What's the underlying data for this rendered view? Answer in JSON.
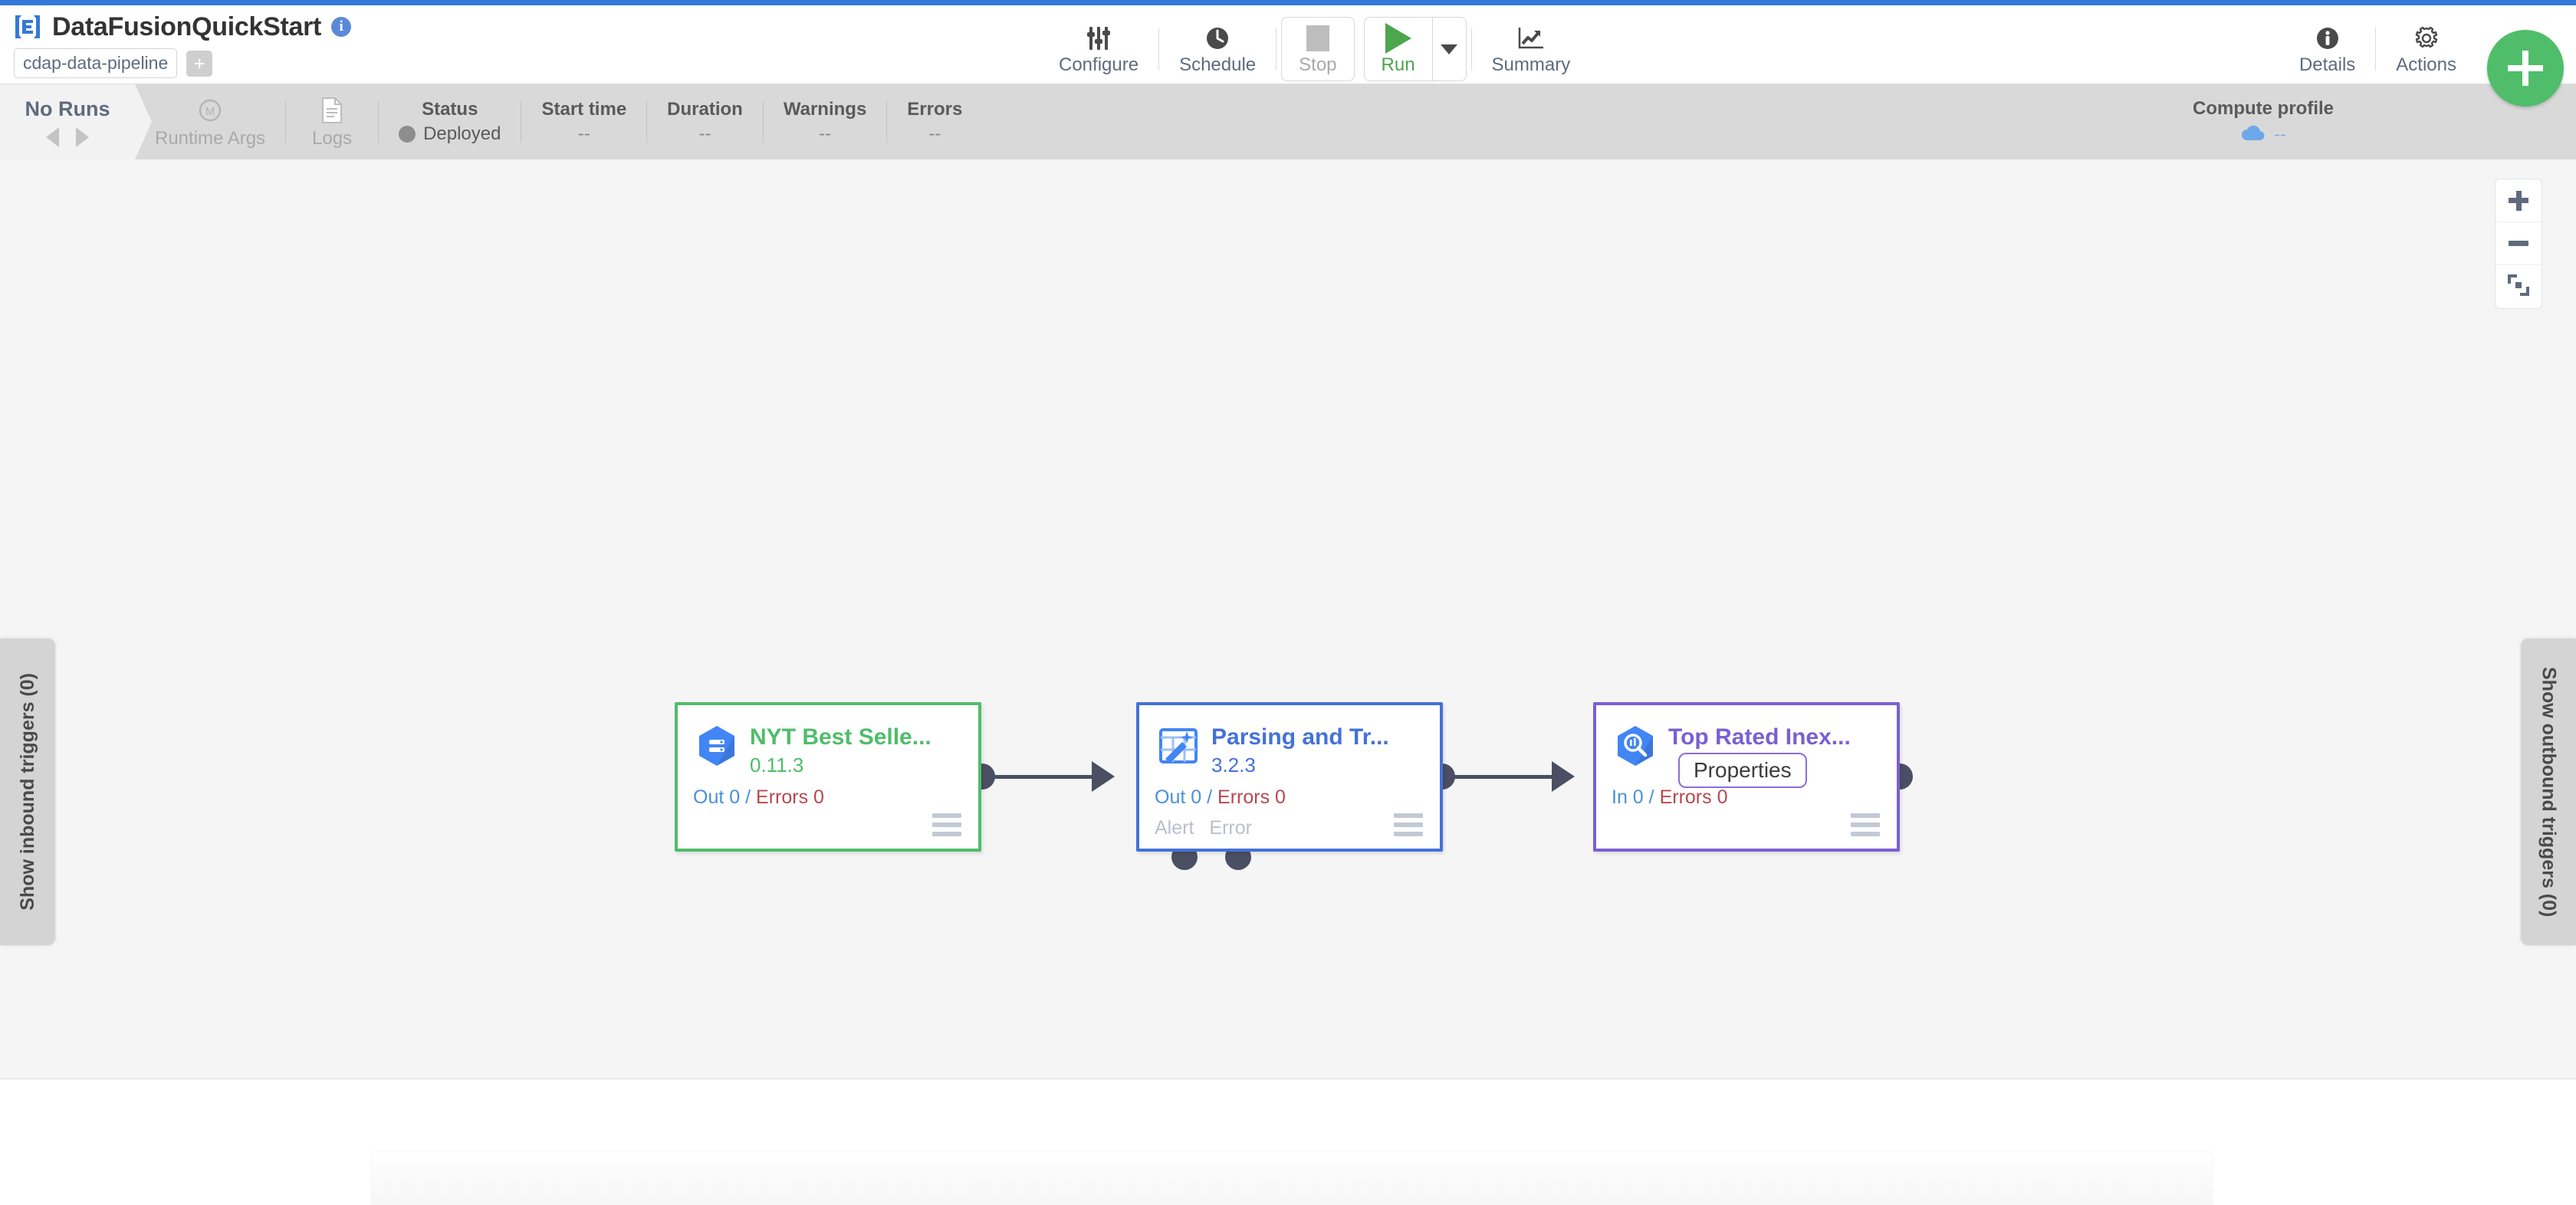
{
  "header": {
    "logo_icon": "cdap-logo-icon",
    "title": "DataFusionQuickStart",
    "info_icon": "info-icon",
    "pipeline_type": "cdap-data-pipeline",
    "add_tag_label": "+"
  },
  "toolbar": {
    "configure": {
      "label": "Configure",
      "icon": "sliders-icon"
    },
    "schedule": {
      "label": "Schedule",
      "icon": "clock-icon"
    },
    "stop": {
      "label": "Stop",
      "icon": "stop-square-icon"
    },
    "run": {
      "label": "Run",
      "icon": "play-triangle-icon"
    },
    "run_caret": "chevron-down-icon",
    "summary": {
      "label": "Summary",
      "icon": "line-chart-icon"
    },
    "details": {
      "label": "Details",
      "icon": "info-circle-icon"
    },
    "actions": {
      "label": "Actions",
      "icon": "gear-icon"
    },
    "fab_label": "+"
  },
  "statusbar": {
    "runs_title": "No Runs",
    "prev_icon": "triangle-left-icon",
    "next_icon": "triangle-right-icon",
    "runtime_args": {
      "label": "Runtime Args",
      "icon": "macro-m-icon"
    },
    "logs": {
      "label": "Logs",
      "icon": "document-icon"
    },
    "metrics": [
      {
        "name": "status",
        "header": "Status",
        "value": "Deployed",
        "has_dot": true
      },
      {
        "name": "start-time",
        "header": "Start time",
        "value": "--"
      },
      {
        "name": "duration",
        "header": "Duration",
        "value": "--"
      },
      {
        "name": "warnings",
        "header": "Warnings",
        "value": "--"
      },
      {
        "name": "errors",
        "header": "Errors",
        "value": "--"
      }
    ],
    "compute_profile": {
      "header": "Compute profile",
      "value": "--",
      "icon": "cloud-icon"
    }
  },
  "canvas": {
    "left_panel_label": "Show inbound triggers (0)",
    "right_panel_label": "Show outbound triggers (0)",
    "zoom_in_icon": "plus-icon",
    "zoom_out_icon": "minus-icon",
    "fit_icon": "fit-to-screen-icon",
    "nodes": [
      {
        "id": "nyt-best-sellers",
        "name": "NYT Best Selle...",
        "version": "0.11.3",
        "accent": "#4fbd6a",
        "icon": "bigquery-source-icon",
        "metrics": {
          "out_label": "Out 0",
          "sep": "/",
          "err_label": "Errors 0"
        },
        "ports": [],
        "menu_icon": "hamburger-menu-icon"
      },
      {
        "id": "parsing-and-transform",
        "name": "Parsing and Tr...",
        "version": "3.2.3",
        "accent": "#4372d8",
        "icon": "wrangler-icon",
        "metrics": {
          "out_label": "Out 0",
          "sep": "/",
          "err_label": "Errors 0"
        },
        "ports": [
          "Alert",
          "Error"
        ],
        "menu_icon": "hamburger-menu-icon"
      },
      {
        "id": "top-rated-inexpensive",
        "name": "Top Rated Inex...",
        "version": "",
        "accent": "#7a5fd3",
        "icon": "bigquery-sink-icon",
        "tooltip": "Properties",
        "metrics": {
          "out_label": "In 0",
          "sep": "/",
          "err_label": "Errors 0"
        },
        "ports": [],
        "menu_icon": "hamburger-menu-icon"
      }
    ]
  },
  "colors": {
    "brand_blue": "#3579d8",
    "green": "#4fbd6a",
    "blue": "#4372d8",
    "purple": "#7a5fd3",
    "error_red": "#b8474f",
    "metric_blue": "#4a90d9"
  }
}
